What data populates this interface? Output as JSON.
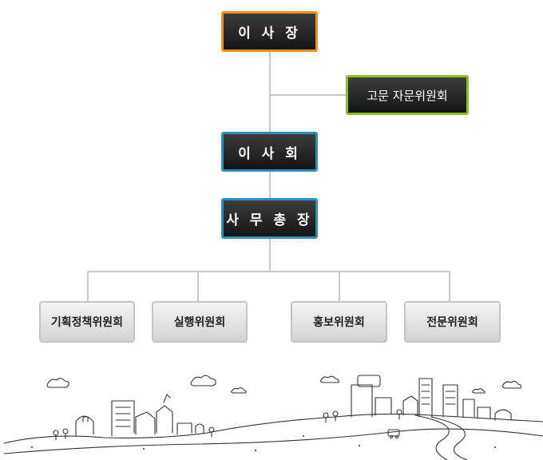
{
  "orgchart": {
    "ceo": "이 사 장",
    "advisory": "고문 자문위원회",
    "board": "이 사 회",
    "secretary_general": "사 무 총 장",
    "committees": [
      "기획정책위원회",
      "실행위원회",
      "홍보위원회",
      "전문위원회"
    ]
  },
  "colors": {
    "ceo_border": "#f28f1c",
    "advisory_border": "#8cbf1c",
    "board_border": "#2a8fbf",
    "connector": "#c8c8c8"
  },
  "icons": [
    "cityscape-illustration",
    "cloud-icon",
    "bus-icon"
  ]
}
